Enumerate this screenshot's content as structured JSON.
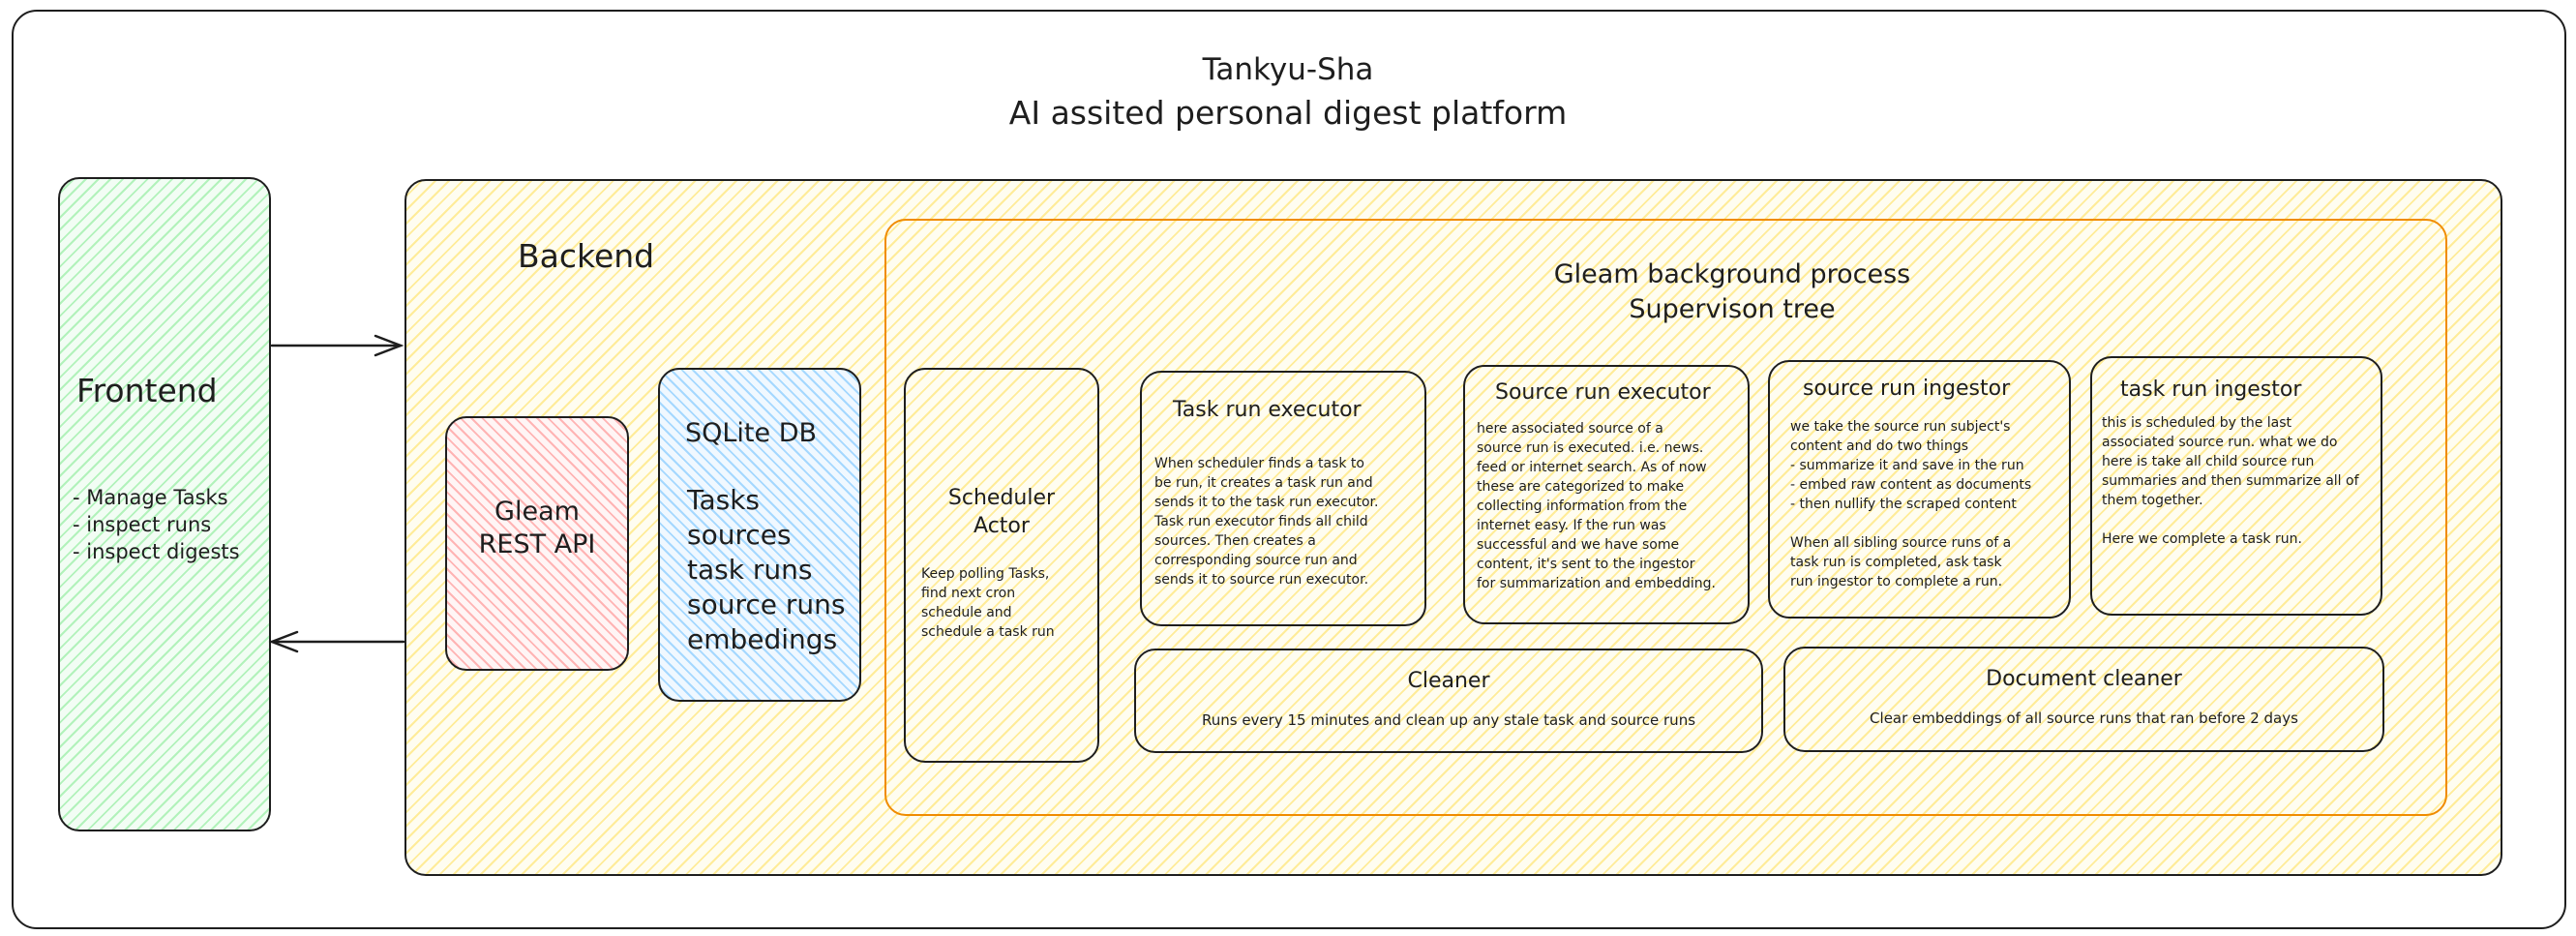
{
  "title": {
    "line1": "Tankyu-Sha",
    "line2": "AI assited personal digest platform"
  },
  "frontend": {
    "heading": "Frontend",
    "items": "- Manage Tasks\n- inspect runs\n- inspect digests"
  },
  "backend": {
    "heading": "Backend",
    "rest_api": "Gleam\nREST API",
    "sqlite": {
      "heading": "SQLite DB",
      "tables": "Tasks\nsources\ntask runs\nsource runs\nembedings"
    }
  },
  "supervision": {
    "heading": "Gleam background process\nSupervison tree",
    "scheduler": {
      "title": "Scheduler\nActor",
      "desc": "Keep polling Tasks,\nfind next cron\nschedule and\nschedule a task run"
    },
    "task_run_executor": {
      "title": "Task run executor",
      "desc": "When scheduler finds a task to\nbe run, it creates a task run and\nsends it to the task run executor.\nTask run executor finds all child\nsources. Then creates a\ncorresponding source run and\nsends it to source run executor."
    },
    "source_run_executor": {
      "title": "Source run executor",
      "desc": "here associated source of a\nsource run is executed. i.e. news.\nfeed or internet search. As of now\nthese are categorized to make\ncollecting information from the\ninternet easy. If the run was\nsuccessful and we have some\ncontent, it's sent to the ingestor\nfor summarization and embedding."
    },
    "source_run_ingestor": {
      "title": "source run ingestor",
      "desc": "we take the source run subject's\ncontent and do two things\n- summarize it and save in the run\n- embed raw content as documents\n- then nullify the scraped content\n\nWhen all sibling source runs of a\ntask run is completed, ask task\nrun ingestor to complete a run."
    },
    "task_run_ingestor": {
      "title": "task run ingestor",
      "desc": "this is scheduled by the last\nassociated source run. what we do\nhere is take all child source run\nsummaries and then summarize all of\nthem together.\n\nHere we complete a task run."
    },
    "cleaner": {
      "title": "Cleaner",
      "desc": "Runs every 15 minutes and clean up any stale task and source runs"
    },
    "document_cleaner": {
      "title": "Document cleaner",
      "desc": "Clear embeddings of all source runs that ran before 2 days"
    }
  },
  "colors": {
    "stroke": "#1e1e1e",
    "supervision_border": "#f08c00",
    "frontend_hatch": "#b2f2bb",
    "backend_hatch": "#ffec99",
    "rest_api_hatch": "#ffc9c9",
    "sqlite_hatch": "#a5d8ff"
  }
}
